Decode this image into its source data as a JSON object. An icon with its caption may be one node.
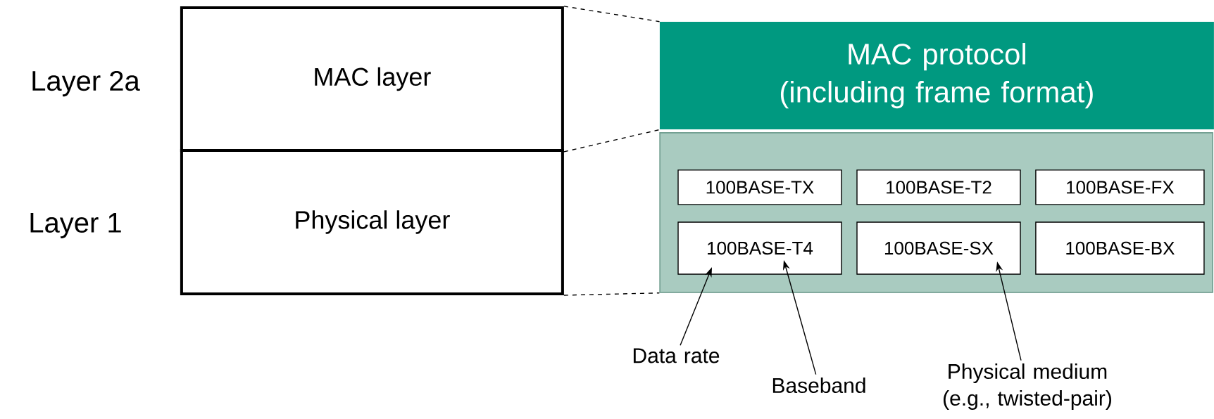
{
  "diagram": {
    "nodes": [
      {
        "text": [
          "MAC layer"
        ],
        "beside": [
          "Layer 2a"
        ]
      },
      {
        "text": [
          "Physical layer"
        ],
        "beside": [
          "Layer 1"
        ]
      },
      {
        "text": [
          "MAC protocol (including frame format)"
        ]
      },
      {
        "text": [],
        "shape": "box"
      },
      {
        "text": [
          "100BASE-TX"
        ],
        "in": 3
      },
      {
        "text": [
          "100BASE-T2"
        ],
        "in": 3
      },
      {
        "text": [
          "100BASE-FX"
        ],
        "in": 3
      },
      {
        "text": [
          "100BASE-T4"
        ],
        "in": 3
      },
      {
        "text": [
          "100BASE-SX"
        ],
        "in": 3
      },
      {
        "text": [
          "100BASE-BX"
        ],
        "in": 3
      },
      {
        "text": [
          "Data rate"
        ]
      },
      {
        "text": [
          "Baseband"
        ]
      },
      {
        "text": [
          "Physical medium (e.g., twisted-pair)"
        ]
      }
    ],
    "edges": [
      {
        "from": 10,
        "to": 7,
        "arrow": "to"
      },
      {
        "from": 11,
        "to": 7,
        "arrow": "to"
      },
      {
        "from": 12,
        "to": 8,
        "arrow": "to"
      },
      {
        "from": 0,
        "to": 2,
        "arrow": "none",
        "style": "dashed"
      },
      {
        "from": 0,
        "to": 2,
        "arrow": "none",
        "style": "dashed"
      },
      {
        "from": 1,
        "to": 3,
        "arrow": "none",
        "style": "dashed"
      }
    ]
  }
}
